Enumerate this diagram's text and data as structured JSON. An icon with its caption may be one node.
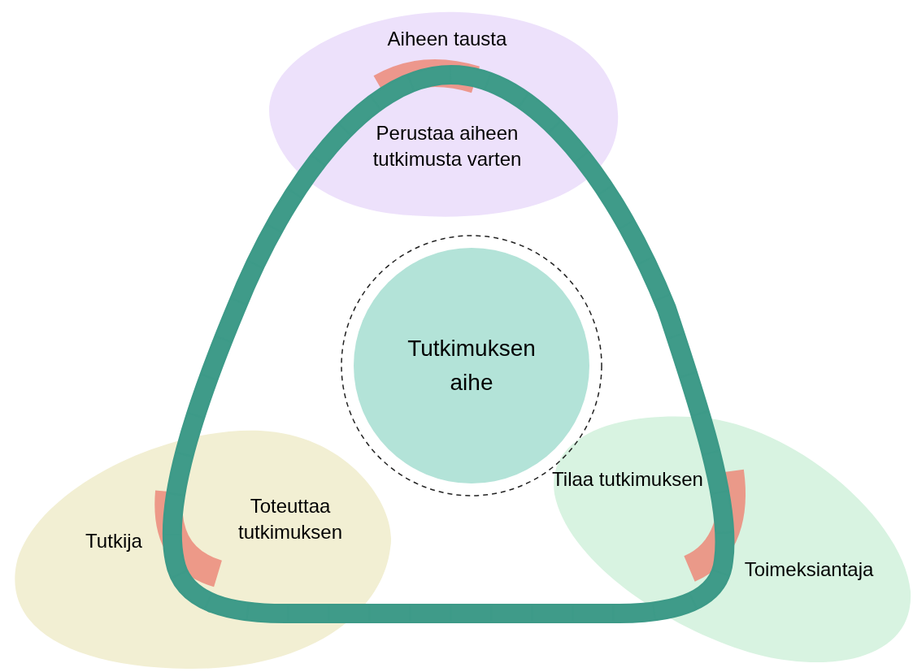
{
  "diagram": {
    "nodes": [
      {
        "text": [
          "Aiheen tausta",
          "Perustaa aiheen tutkimusta varten"
        ]
      },
      {
        "text": [
          "Tutkija",
          "Toteuttaa tutkimuksen"
        ]
      },
      {
        "text": [
          "Toimeksiantaja",
          "Tilaa tutkimuksen"
        ]
      },
      {
        "text": [
          "Tutkimuksen aihe"
        ]
      }
    ]
  }
}
